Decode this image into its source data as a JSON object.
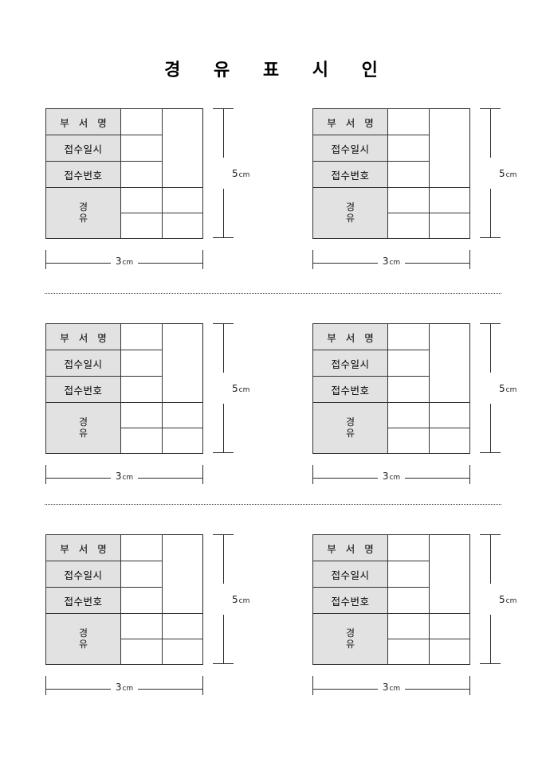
{
  "document": {
    "title": "경 유 표 시 인",
    "page_background": "#ffffff",
    "shade_color": "#e2e2e2",
    "line_color": "#333333"
  },
  "stamp_template": {
    "rows": [
      {
        "label": "부 서 명",
        "value": ""
      },
      {
        "label": "접수일시",
        "value": ""
      },
      {
        "label": "접수번호",
        "value": ""
      }
    ],
    "routing": {
      "label_chars": [
        "경",
        "유"
      ],
      "cells": [
        [
          "",
          ""
        ],
        [
          "",
          ""
        ]
      ]
    },
    "dimensions": {
      "height_value": "5",
      "height_unit": "cm",
      "width_value": "3",
      "width_unit": "cm"
    }
  },
  "stamps": [
    {
      "id": "stamp-1",
      "position": "top-left"
    },
    {
      "id": "stamp-2",
      "position": "top-right"
    },
    {
      "id": "stamp-3",
      "position": "middle-left"
    },
    {
      "id": "stamp-4",
      "position": "middle-right"
    },
    {
      "id": "stamp-5",
      "position": "bottom-left"
    },
    {
      "id": "stamp-6",
      "position": "bottom-right"
    }
  ],
  "separators": [
    {
      "id": "cut-line-1"
    },
    {
      "id": "cut-line-2"
    }
  ]
}
